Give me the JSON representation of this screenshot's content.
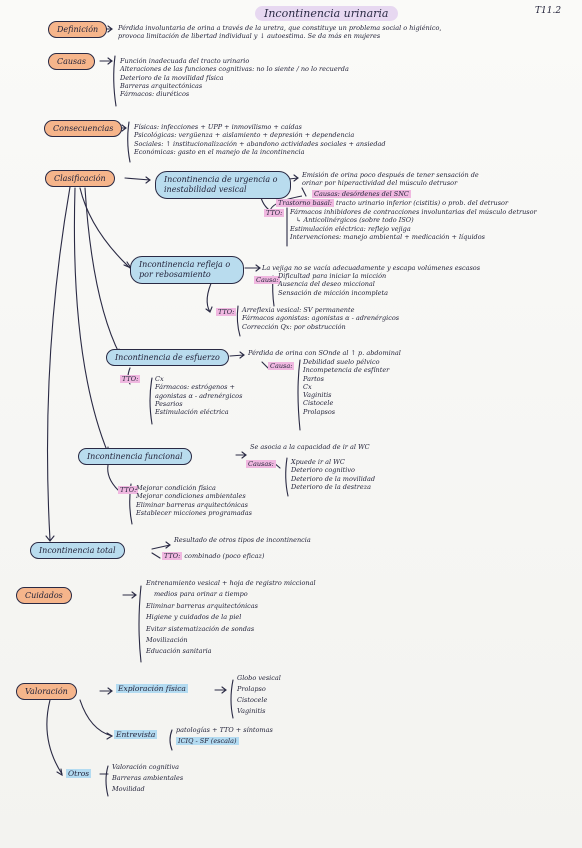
{
  "page": {
    "title": "Incontinencia urinaria",
    "number": "T11.2"
  },
  "colors": {
    "orange_node": "#f6b58b",
    "blue_node": "#b9dcee",
    "pink_highlight": "#f0b8e0",
    "ink": "#23233a"
  },
  "definicion": {
    "label": "Definición",
    "text": [
      "Pérdida involuntaria de orina a través de la uretra, que constituye un problema social o higiénico,",
      "provoca limitación de libertad individual y ↓ autoestima. Se da más en mujeres"
    ]
  },
  "causas": {
    "label": "Causas",
    "items": [
      "Función inadecuada del tracto urinario",
      "Alteraciones de las funciones cognitivas: no lo siente / no lo recuerda",
      "Deterioro de la movilidad física",
      "Barreras arquitectónicas",
      "Fármacos: diuréticos"
    ]
  },
  "consecuencias": {
    "label": "Consecuencias",
    "items": [
      "Físicas: infecciones + UPP + inmovilismo + caídas",
      "Psicológicas: vergüenza + aislamiento + depresión + dependencia",
      "Sociales: ↑ institucionalización + abandono actividades sociales + ansiedad",
      "Económicas: gasto en el manejo de la incontinencia"
    ]
  },
  "clasificacion": {
    "label": "Clasificación",
    "urgencia": {
      "label": "Incontinencia de urgencia o inestabilidad vesical",
      "desc": [
        "Emisión de orina poco después de tener sensación de",
        "orinar por hiperactividad del músculo detrusor"
      ],
      "causa_label": "Causas:",
      "causa": "Causas: desórdenes del SNC",
      "trastorno_label": "Trastorno basal:",
      "trastorno": "tracto urinario inferior (cistitis) o prob. del detrusor",
      "tto_label": "TTO:",
      "tto": [
        "Fármacos inhibidores de contracciones involuntarias del músculo detrusor",
        "↳ Anticolinérgicos (sobre todo ISO)",
        "Estimulación eléctrica: reflejo vejiga",
        "Intervenciones: manejo ambiental + medicación + líquidos"
      ]
    },
    "refleja": {
      "label": "Incontinencia refleja o por rebosamiento",
      "desc": "La vejiga no se vacía adecuadamente y escapa volúmenes escasos",
      "causa_label": "Causa:",
      "causas": [
        "Dificultad para iniciar la micción",
        "Ausencia del deseo miccional",
        "Sensación de micción incompleta"
      ],
      "tto_label": "TTO:",
      "tto": [
        "Arreflexia vesical: SV permanente",
        "Fármacos agonistas: agonistas α - adrenérgicos",
        "Corrección Qx: por obstrucción"
      ]
    },
    "esfuerzo": {
      "label": "Incontinencia de esfuerzo",
      "desc": "Pérdida de orina con SOnde al ↑ p. abdominal",
      "causa_label": "Causa:",
      "causas": [
        "Debilidad suelo pélvico",
        "Incompetencia de esfínter",
        "Partos",
        "Cx",
        "Vaginitis",
        "Cistocele",
        "Prolapsos"
      ],
      "tto_label": "TTO:",
      "tto": [
        "Cx",
        "Fármacos: estrógenos + agonistas α - adrenérgicos",
        "Pesarios",
        "Estimulación eléctrica"
      ]
    },
    "funcional": {
      "label": "Incontinencia funcional",
      "desc": "Se asocia a la capacidad de ir al WC",
      "causa_label": "Causas:",
      "causas": [
        "Xpuede ir al WC",
        "Deterioro cognitivo",
        "Deterioro de la movilidad",
        "Deterioro de la destreza"
      ],
      "tto_label": "TTO:",
      "tto": [
        "Mejorar condición física",
        "Mejorar condiciones ambientales",
        "Eliminar barreras arquitectónicas",
        "Establecer micciones programadas"
      ]
    },
    "total": {
      "label": "Incontinencia total",
      "desc": "Resultado de otros tipos de incontinencia",
      "tto_label": "TTO:",
      "tto": "combinado (poco eficaz)"
    }
  },
  "cuidados": {
    "label": "Cuidados",
    "items": [
      "Entrenamiento vesical + hoja de registro miccional",
      "medios para orinar a tiempo",
      "Eliminar barreras arquitectónicas",
      "Higiene y cuidados de la piel",
      "Evitar sistematización de sondas",
      "Movilización",
      "Educación sanitaria"
    ]
  },
  "valoracion": {
    "label": "Valoración",
    "exploracion": {
      "label": "Exploración física",
      "items": [
        "Globo vesical",
        "Prolapso",
        "Cistocele",
        "Vaginitis"
      ]
    },
    "entrevista": {
      "label": "Entrevista",
      "items": [
        "patologías + TTO + síntomas",
        "ICIQ - SF (escala)"
      ]
    },
    "otros": {
      "label": "Otros",
      "items": [
        "Valoración cognitiva",
        "Barreras ambientales",
        "Movilidad"
      ]
    }
  }
}
